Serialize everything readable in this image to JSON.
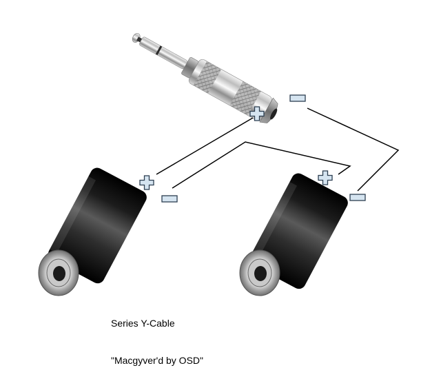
{
  "caption": {
    "line1": "Series Y-Cable",
    "line2": "\"Macgyver'd by OSD\""
  },
  "components": [
    {
      "name": "1/4-inch mono plug",
      "icon": "quarter-inch-plug-icon"
    },
    {
      "name": "left jack",
      "icon": "female-jack-icon"
    },
    {
      "name": "right jack",
      "icon": "female-jack-icon"
    }
  ],
  "polarity_labels": {
    "plus_icon": "plus-sign-icon",
    "minus_icon": "minus-sign-icon"
  },
  "colors": {
    "wire": "#000000",
    "sign_fill": "#d5e4f0",
    "sign_stroke": "#2c3e50",
    "jack_body": "#0d0d0d",
    "metal": "#c8c8c8",
    "background": "#ffffff"
  }
}
